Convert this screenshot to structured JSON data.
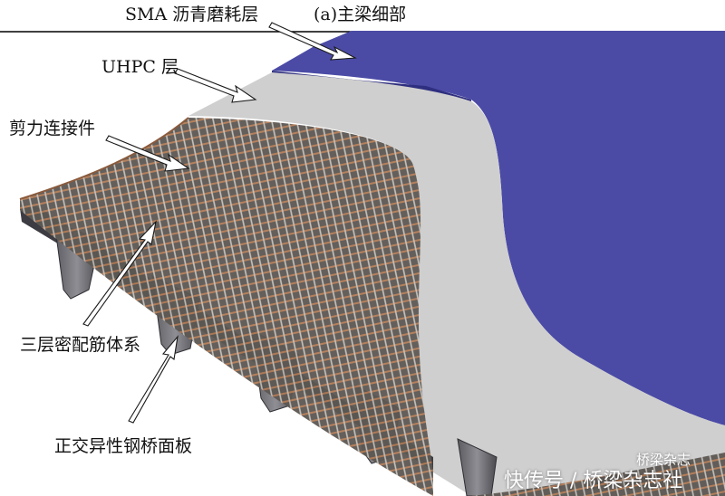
{
  "labels": {
    "caption": "(a)主梁细部",
    "sma_layer": "SMA 沥青磨耗层",
    "uhpc_layer": "UHPC 层",
    "shear_connector": "剪力连接件",
    "rebar_system": "三层密配筋体系",
    "steel_deck": "正交异性钢桥面板"
  },
  "watermark": {
    "top": "桥梁杂志",
    "bottom": "快传号 / 桥梁杂志社"
  },
  "colors": {
    "sma": "#4b4ba6",
    "uhpc": "#cfcfcf",
    "steel": "#6e6e72",
    "rebar": "#8a5a3c"
  }
}
